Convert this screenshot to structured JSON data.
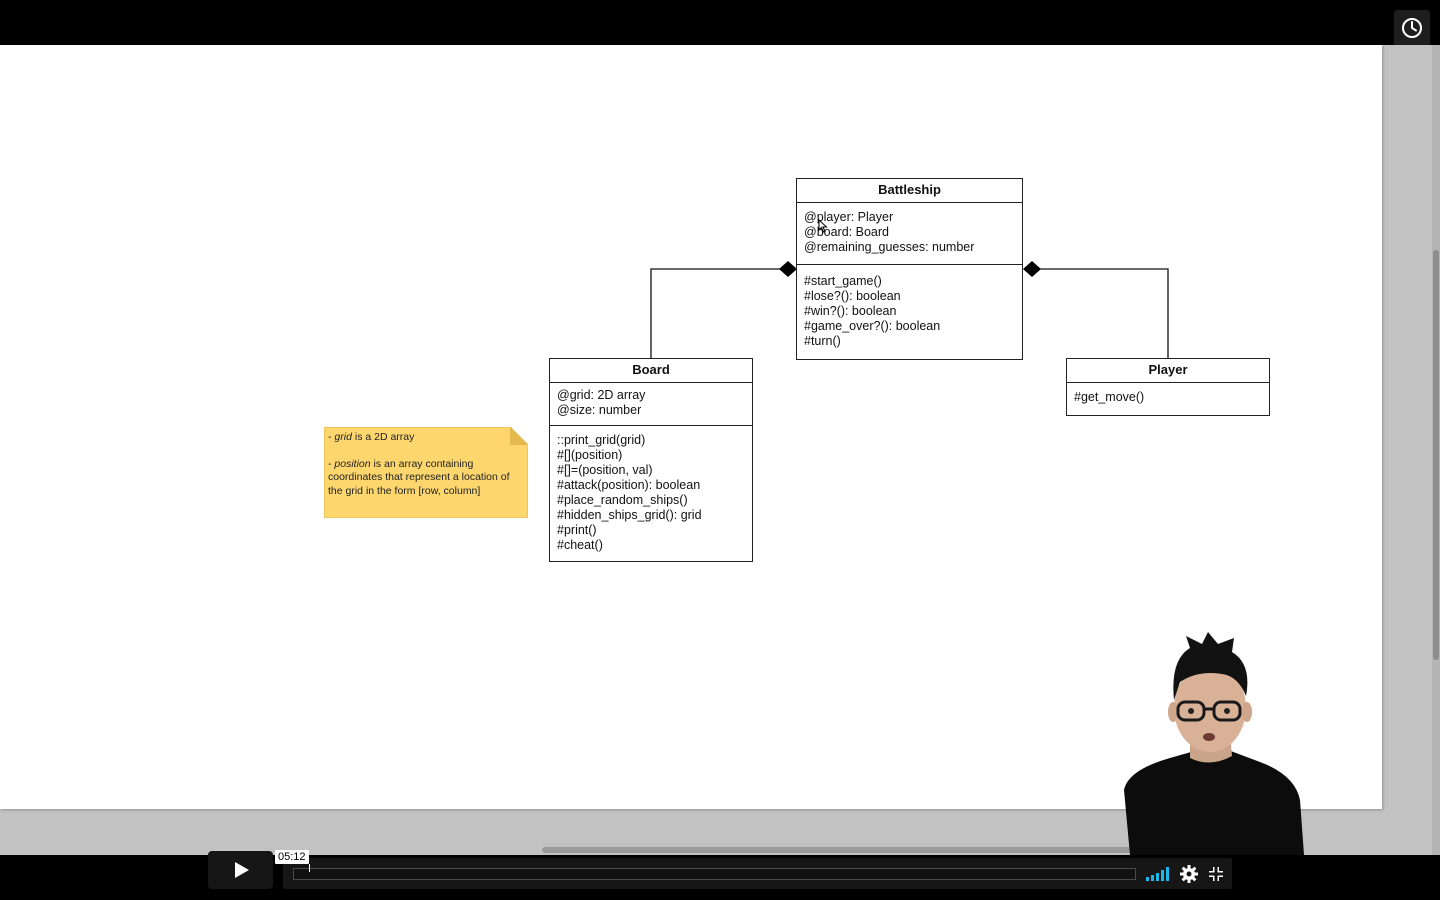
{
  "player": {
    "current_time": "05:12",
    "progress": 0.0,
    "colors": {
      "accent": "#00adef",
      "volume": "#1ab7ea",
      "note_fill": "#fdd66d"
    }
  },
  "diagram": {
    "battleship": {
      "title": "Battleship",
      "attributes": [
        "@player: Player",
        "@board: Board",
        "@remaining_guesses: number"
      ],
      "methods": [
        "#start_game()",
        "#lose?(): boolean",
        "#win?(): boolean",
        "#game_over?(): boolean",
        "#turn()"
      ]
    },
    "board": {
      "title": "Board",
      "attributes": [
        "@grid: 2D array",
        "@size: number"
      ],
      "methods": [
        "::print_grid(grid)",
        "#[](position)",
        "#[]=(position, val)",
        "#attack(position): boolean",
        "#place_random_ships()",
        "#hidden_ships_grid(): grid",
        "#print()",
        "#cheat()"
      ]
    },
    "player": {
      "title": "Player",
      "methods": [
        "#get_move()"
      ]
    },
    "note": {
      "line1_term": "grid",
      "line1_rest": " is a 2D array",
      "line2_term": "position",
      "line2_rest": " is an array containing coordinates that represent a location of the grid in the form [row, column]",
      "bullet": "- "
    }
  },
  "icons": {
    "top_right": "clock-icon",
    "play": "play-icon",
    "volume": "volume-icon",
    "settings": "gear-icon",
    "fullscreen": "fullscreen-exit-icon"
  }
}
